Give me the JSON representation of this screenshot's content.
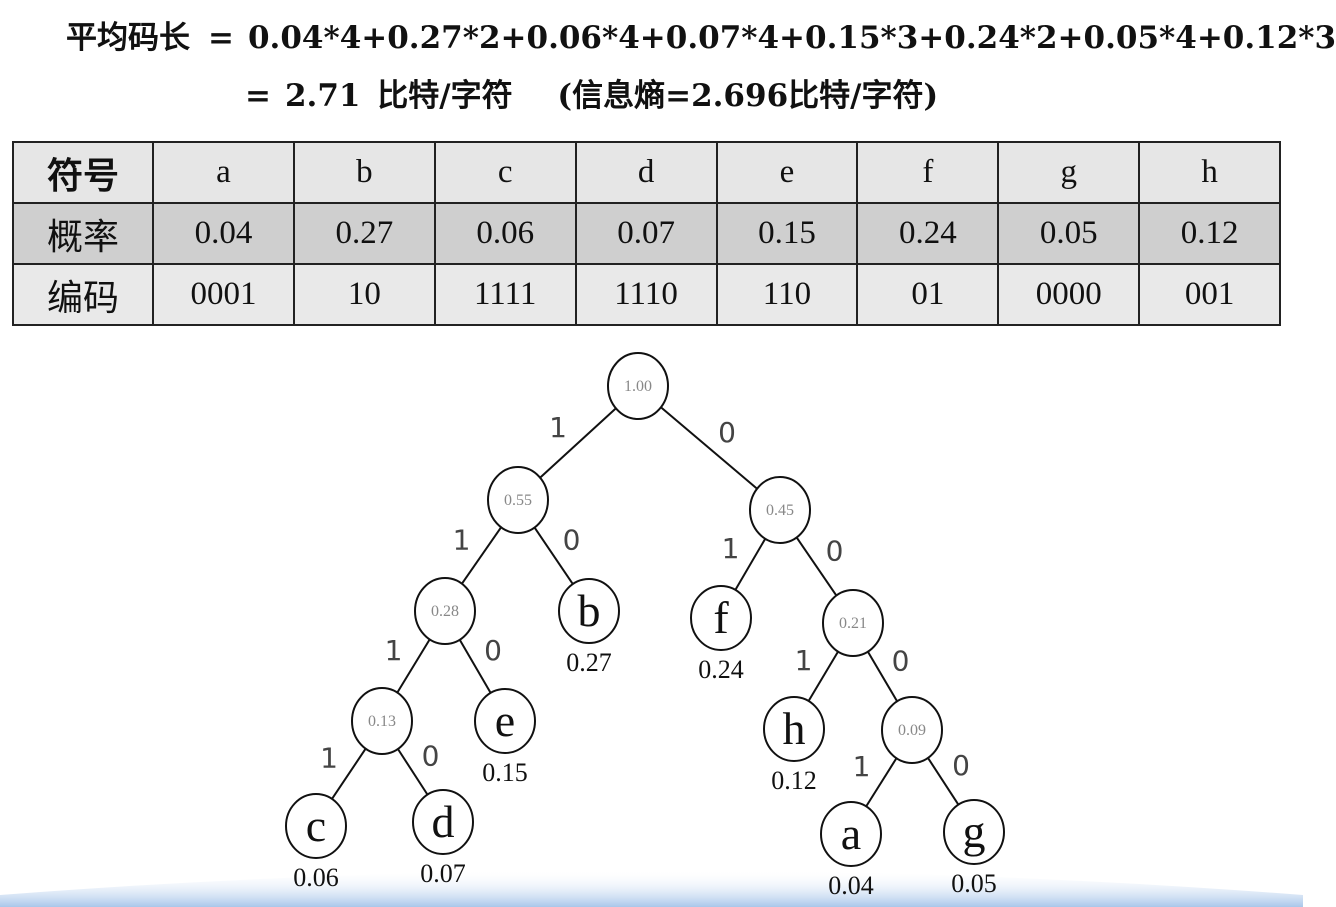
{
  "formula": {
    "label": "平均码长",
    "expression": "0.04*4+0.27*2+0.06*4+0.07*4+0.15*3+0.24*2+0.05*4+0.12*3",
    "result": "2.71",
    "unit": "比特/字符",
    "entropy": "(信息熵=2.696比特/字符)"
  },
  "table": {
    "row_headers": [
      "符号",
      "概率",
      "编码"
    ],
    "symbols": [
      "a",
      "b",
      "c",
      "d",
      "e",
      "f",
      "g",
      "h"
    ],
    "probabilities": [
      "0.04",
      "0.27",
      "0.06",
      "0.07",
      "0.15",
      "0.24",
      "0.05",
      "0.12"
    ],
    "codes": [
      "0001",
      "10",
      "1111",
      "1110",
      "110",
      "01",
      "0000",
      "001"
    ]
  },
  "tree": {
    "root": {
      "value": "1.00",
      "children": [
        {
          "edge": "1",
          "value": "0.55",
          "children": [
            {
              "edge": "1",
              "value": "0.28",
              "children": [
                {
                  "edge": "1",
                  "value": "0.13",
                  "children": [
                    {
                      "edge": "1",
                      "symbol": "c",
                      "prob": "0.06"
                    },
                    {
                      "edge": "0",
                      "symbol": "d",
                      "prob": "0.07"
                    }
                  ]
                },
                {
                  "edge": "0",
                  "symbol": "e",
                  "prob": "0.15"
                }
              ]
            },
            {
              "edge": "0",
              "symbol": "b",
              "prob": "0.27"
            }
          ]
        },
        {
          "edge": "0",
          "value": "0.45",
          "children": [
            {
              "edge": "1",
              "symbol": "f",
              "prob": "0.24"
            },
            {
              "edge": "0",
              "value": "0.21",
              "children": [
                {
                  "edge": "1",
                  "symbol": "h",
                  "prob": "0.12"
                },
                {
                  "edge": "0",
                  "value": "0.09",
                  "children": [
                    {
                      "edge": "1",
                      "symbol": "a",
                      "prob": "0.04"
                    },
                    {
                      "edge": "0",
                      "symbol": "g",
                      "prob": "0.05"
                    }
                  ]
                }
              ]
            }
          ]
        }
      ]
    }
  },
  "colors": {
    "symbol_row": "#e6e6e6",
    "probability_row": "#cfcfcf",
    "code_row": "#e9e9e9",
    "band": "#a9c6ea"
  }
}
